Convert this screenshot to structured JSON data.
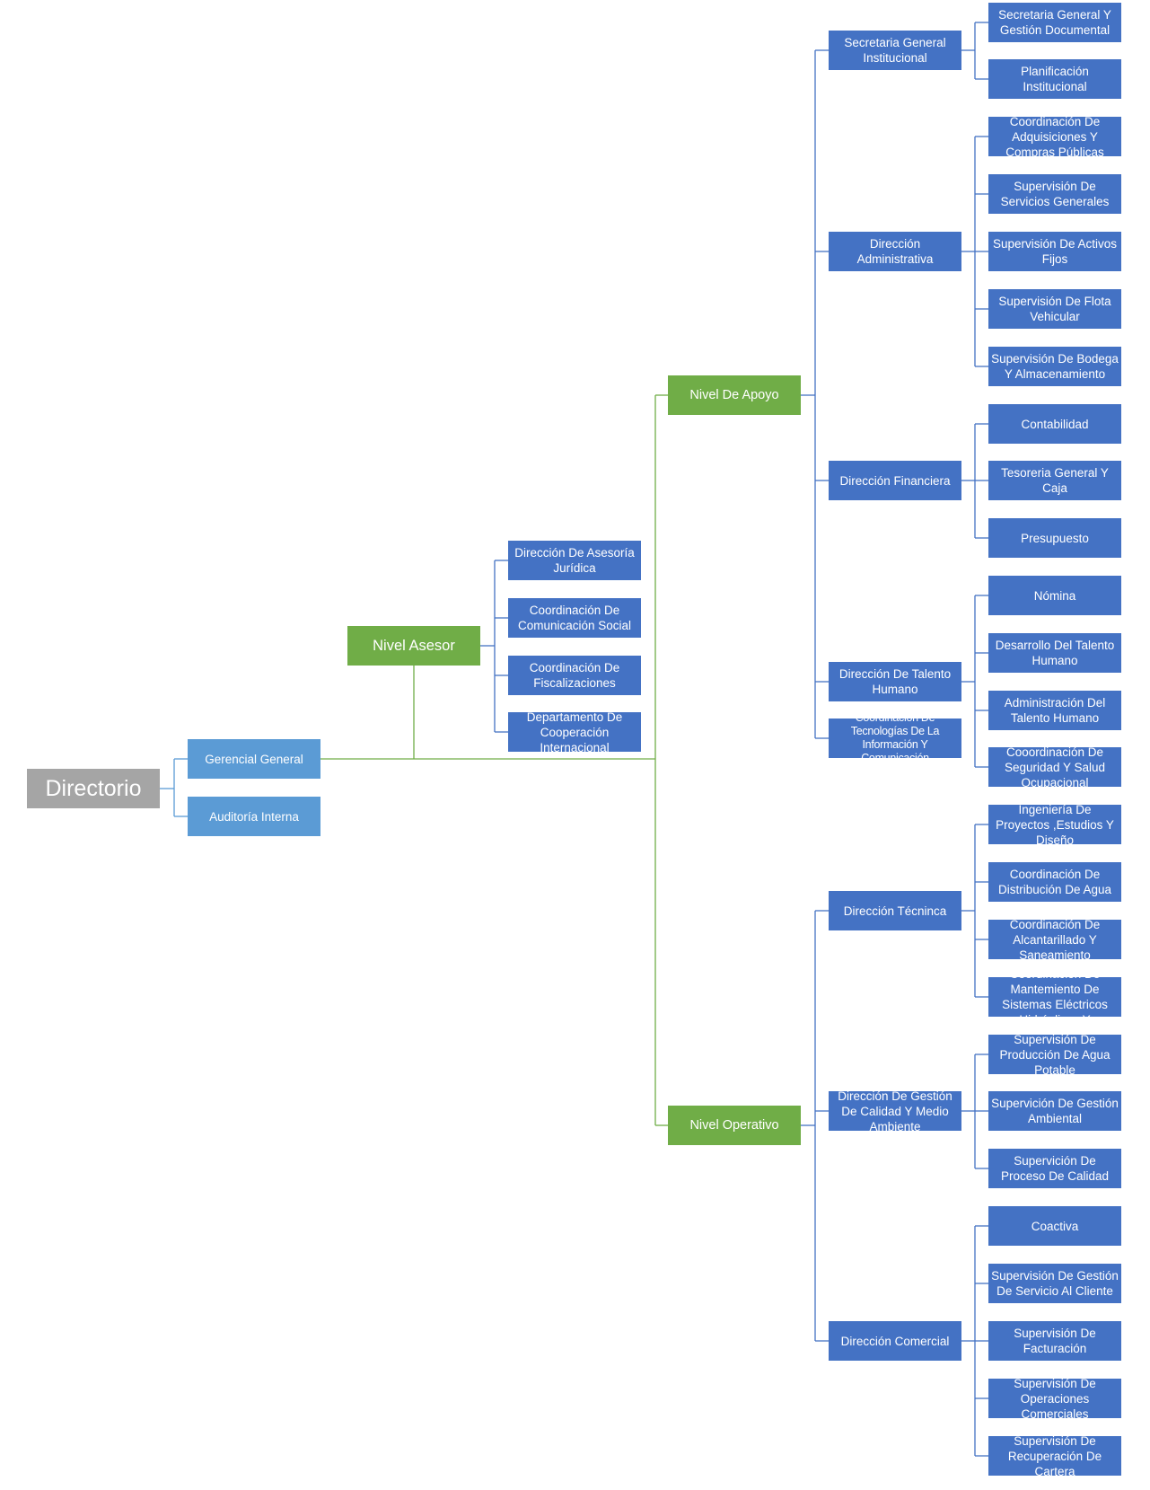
{
  "colors": {
    "root": "#a5a5a5",
    "level": "#70ad47",
    "first_tier": "#5b9bd5",
    "unit": "#4472c4",
    "connector_green": "#70ad47",
    "connector_blue": "#4472c4"
  },
  "root": {
    "label": "Directorio"
  },
  "first_tier": {
    "gerencia": "Gerencial General",
    "auditoria": "Auditoría  Interna"
  },
  "asesor": {
    "label": "Nivel Asesor",
    "units": [
      "Dirección De Asesoría Jurídica",
      "Coordinación  De Comunicación Social",
      "Coordinación De Fiscalizaciones",
      "Departamento  De Cooperación Internacional"
    ]
  },
  "apoyo": {
    "label": "Nivel De Apoyo",
    "secretaria": {
      "label": "Secretaria General Institucional",
      "units": [
        "Secretaria General Y Gestión Documental",
        "Planificación Institucional"
      ]
    },
    "administrativa": {
      "label": "Dirección Administrativa",
      "units": [
        "Coordinación  De Adquisiciones Y Compras Públicas",
        "Supervisión  De Servicios  Generales",
        "Supervisión De Activos Fijos",
        "Supervisión  De Flota Vehicular",
        "Supervisión De Bodega Y Almacenamiento"
      ]
    },
    "financiera": {
      "label": "Dirección Financiera",
      "units": [
        "Contabilidad",
        "Tesoreria General Y Caja",
        "Presupuesto"
      ]
    },
    "talento": {
      "label": "Dirección De Talento Humano",
      "units": [
        "Nómina",
        "Desarrollo Del Talento Humano",
        "Administración Del Talento Humano",
        "Cooordinación De Seguridad  Y Salud Ocupacional"
      ]
    },
    "tecnologias": {
      "label": "Coordinación De Tecnologías De La Información Y Comunicación"
    }
  },
  "operativo": {
    "label": "Nivel Operativo",
    "tecnica": {
      "label": "Dirección Técninca",
      "units": [
        "Ingeniería De Proyectos ,Estudios Y Diseño",
        "Coordinación  De Distribución De Agua",
        "Coordinación  De Alcantarillado Y Saneamiento",
        "Coordinación  De Mantemiento  De Sistemas Eléctricos Hidráulicos Y"
      ]
    },
    "calidad": {
      "label": "Dirección De Gestión De Calidad Y Medio Ambiente",
      "units": [
        "Supervisión  De Producción  De Agua Potable",
        "Supervición  De Gestión Ambiental",
        "Supervición  De Proceso De Calidad"
      ]
    },
    "comercial": {
      "label": "Dirección Comercial",
      "units": [
        "Coactiva",
        "Supervisión   De Gestión De Servicio Al Cliente",
        "Supervisión De Facturación",
        "Supervisión De Operaciones Comerciales",
        "Supervisión  De Recuperación De Cartera"
      ]
    }
  }
}
